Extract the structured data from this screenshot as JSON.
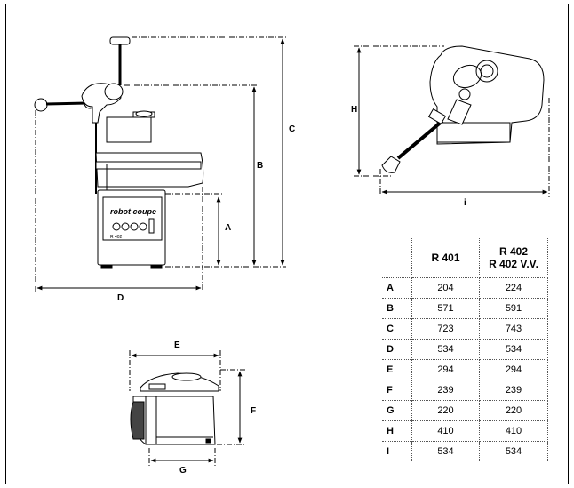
{
  "dimension_labels": {
    "A": "A",
    "B": "B",
    "C": "C",
    "D": "D",
    "E": "E",
    "F": "F",
    "G": "G",
    "H": "H",
    "I": "i"
  },
  "brand_text": "robot coupe",
  "model_text": "R 402",
  "table": {
    "col1_header": "R 401",
    "col2_header_line1": "R 402",
    "col2_header_line2": "R 402 V.V.",
    "rows": [
      {
        "key": "A",
        "r401": "204",
        "r402": "224"
      },
      {
        "key": "B",
        "r401": "571",
        "r402": "591"
      },
      {
        "key": "C",
        "r401": "723",
        "r402": "743"
      },
      {
        "key": "D",
        "r401": "534",
        "r402": "534"
      },
      {
        "key": "E",
        "r401": "294",
        "r402": "294"
      },
      {
        "key": "F",
        "r401": "239",
        "r402": "239"
      },
      {
        "key": "G",
        "r401": "220",
        "r402": "220"
      },
      {
        "key": "H",
        "r401": "410",
        "r402": "410"
      },
      {
        "key": "I",
        "r401": "534",
        "r402": "534"
      }
    ]
  }
}
